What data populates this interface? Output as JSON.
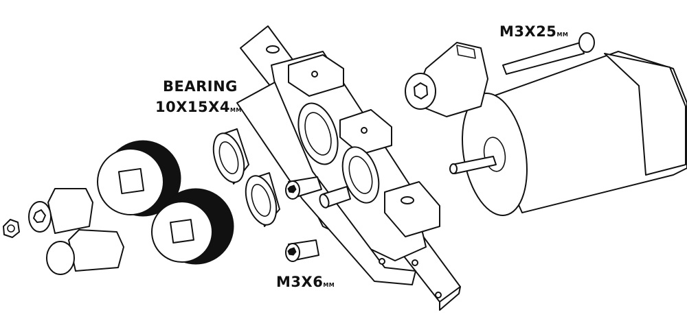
{
  "labels": {
    "bearing": {
      "line1": "BEARING",
      "line2": "10X15X4",
      "unit": "MM"
    },
    "bolt_long": {
      "main": "M3X25",
      "unit": "MM"
    },
    "bolt_short": {
      "main": "M3X6",
      "unit": "MM"
    }
  },
  "colors": {
    "ink": "#111111",
    "paper": "#ffffff"
  }
}
